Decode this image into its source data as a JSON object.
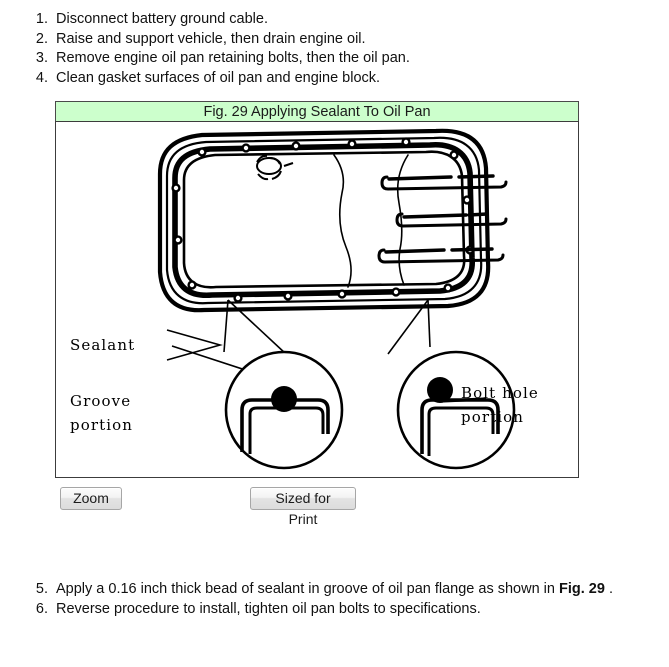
{
  "procedure_top": [
    {
      "num": "1.",
      "text": "Disconnect battery ground cable."
    },
    {
      "num": "2.",
      "text": "Raise and support vehicle, then drain engine oil."
    },
    {
      "num": "3.",
      "text": "Remove engine oil pan retaining bolts, then the oil pan."
    },
    {
      "num": "4.",
      "text": "Clean gasket surfaces of oil pan and engine block."
    }
  ],
  "figure": {
    "caption": "Fig. 29 Applying Sealant To Oil Pan",
    "caption_bg": "#ccffcc",
    "labels": {
      "sealant": "Sealant",
      "groove_line1": "Groove",
      "groove_line2": "portion",
      "bolt_line1": "Bolt hole",
      "bolt_line2": "portion"
    }
  },
  "buttons": {
    "zoom": "Zoom",
    "sized_for_print": "Sized for Print"
  },
  "procedure_bottom": [
    {
      "num": "5.",
      "text_before": "Apply a 0.16 inch thick bead of sealant in groove of oil pan flange as shown in ",
      "emphasis": "Fig. 29",
      "text_after": " ."
    },
    {
      "num": "6.",
      "text_before": "Reverse procedure to install, tighten oil pan bolts to specifications.",
      "emphasis": "",
      "text_after": ""
    }
  ]
}
